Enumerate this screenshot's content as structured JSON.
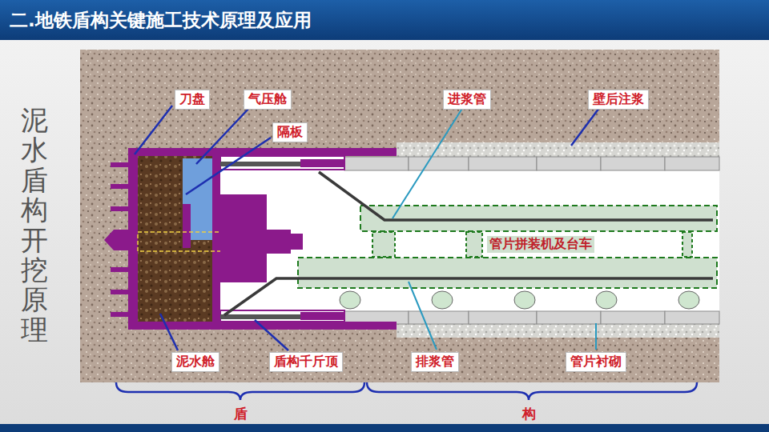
{
  "diagram": {
    "title": "二.地铁盾构关键施工技术原理及应用",
    "labels": [
      "泥水盾构开挖原理",
      "刀盘",
      "气压舱",
      "隔板",
      "进浆管",
      "壁后注浆",
      "管片拼装机及台车",
      "泥水舱",
      "盾构千斤顶",
      "排浆管",
      "管片衬砌",
      "盾",
      "构"
    ]
  }
}
